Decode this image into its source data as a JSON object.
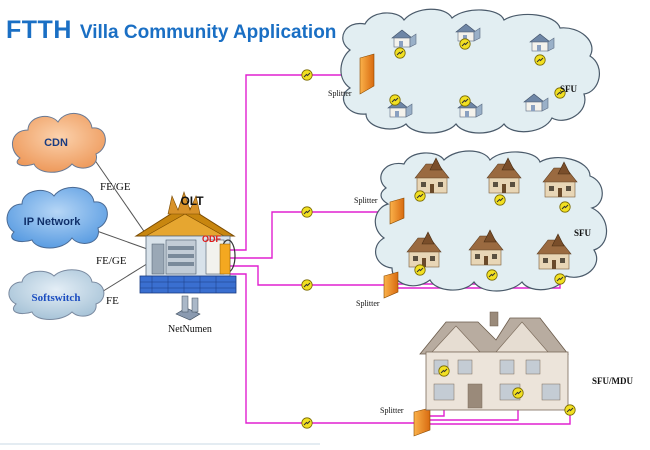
{
  "title": {
    "ftth": "FTTH",
    "rest": "Villa Community Application"
  },
  "clouds": {
    "cdn": "CDN",
    "ip": "IP Network",
    "softswitch": "Softswitch"
  },
  "links": {
    "cdn": "FE/GE",
    "ip": "FE/GE",
    "softswitch": "FE"
  },
  "olt": {
    "label": "OLT",
    "odf": "ODF",
    "nms": "NetNumen"
  },
  "splitters": [
    "Splitter",
    "Splitter",
    "Splitter",
    "Splitter"
  ],
  "sites": {
    "top": "SFU",
    "middle": "SFU",
    "bottom": "SFU/MDU"
  },
  "colors": {
    "fiber": "#e020d0",
    "title": "#1a6fc4",
    "cloud_cdn": "#f5a86a",
    "cloud_ip": "#6aa8e8",
    "cloud_soft": "#b8d0e0",
    "cloud_site": "#e2eef2",
    "splitter": "#e8821a",
    "olt_roof": "#c8860f",
    "olt_base": "#3a6fd0",
    "connector": "#f0e020"
  },
  "icons": {
    "house_blue": "blue-house-icon",
    "house_villa": "villa-house-icon",
    "mansion": "mansion-icon",
    "connector": "fiber-connector-icon",
    "nms": "server-icon"
  }
}
